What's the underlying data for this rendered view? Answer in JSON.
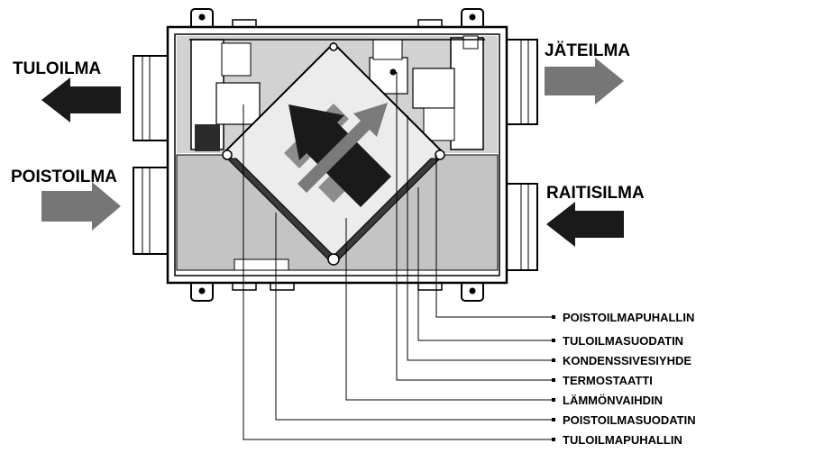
{
  "airflows": {
    "supply_air": "TULOILMA",
    "extract_air": "POISTOILMA",
    "exhaust_air": "JÄTEILMA",
    "outdoor_air": "RAITISILMA"
  },
  "components": [
    "POISTOILMAPUHALLIN",
    "TULOILMASUODATIN",
    "KONDENSSIVESIYHDE",
    "TERMOSTAATTI",
    "LÄMMÖNVAIHDIN",
    "POISTOILMASUODATIN",
    "TULOILMAPUHALLIN"
  ],
  "colors": {
    "housing_gray": "#c8c8c8",
    "arrow_dark": "#1a1a1a",
    "arrow_gray": "#707070",
    "exchanger_light": "#ededed"
  }
}
